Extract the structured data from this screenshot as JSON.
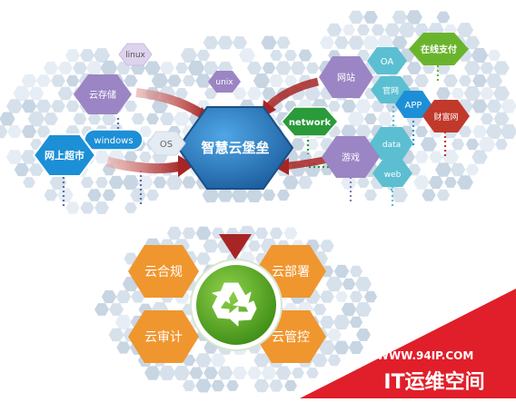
{
  "center": {
    "label": "智慧云堡垒"
  },
  "sources": {
    "linux": "linux",
    "unix": "unix",
    "cloud_storage": "云存储",
    "windows": "windows",
    "os": "OS",
    "online_supermarket": "网上超市",
    "website": "网站",
    "oa": "OA",
    "online_payment": "在线支付",
    "official_site": "官网",
    "app": "APP",
    "wealth_site": "财富网",
    "network": "network",
    "data": "data",
    "games": "游戏",
    "web": "web"
  },
  "outcomes": {
    "cloud_compliance": "云合规",
    "cloud_deployment": "云部署",
    "cloud_audit": "云审计",
    "cloud_control": "云管控"
  },
  "watermark": {
    "url": "WWW.94IP.COM",
    "brand": "IT运维空间"
  },
  "colors": {
    "purple": "#9b85c4",
    "orange": "#f0962e",
    "green": "#6ab42d",
    "blue": "#1c8fd6",
    "red": "#c0392b",
    "teal": "#5bbfd1",
    "center_blue": "#2d7fc1",
    "recycle_green": "#5ca82a",
    "arrow": "#b53131",
    "watermark_red": "#e01f2a"
  }
}
